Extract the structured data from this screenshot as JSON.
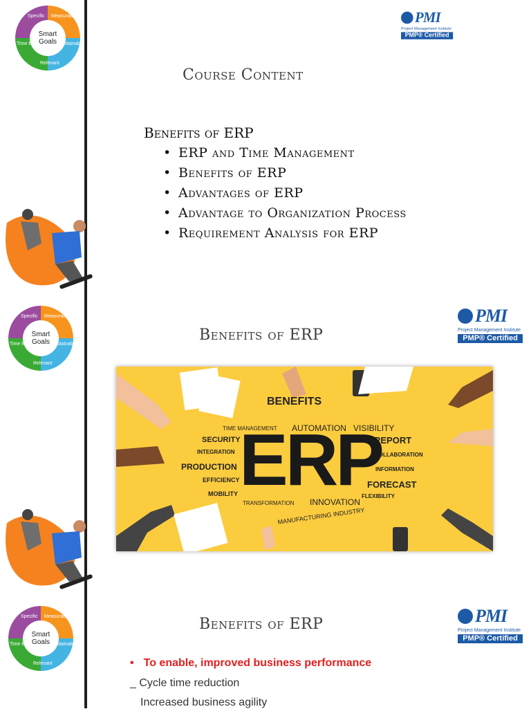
{
  "smart_goals": {
    "center": "Smart Goals",
    "segments": [
      "Specific",
      "Measurable",
      "Attainable",
      "Relevant",
      "Time Bound"
    ]
  },
  "pmi": {
    "logo": "PMI",
    "institute": "Project Management Institute",
    "certified": "PMP® Certified"
  },
  "slide1": {
    "title": "Course Content",
    "subtitle": "Benefits of ERP",
    "bullets": [
      "ERP and Time Management",
      "Benefits of ERP",
      "Advantages of ERP",
      "Advantage to Organization Process",
      "Requirement Analysis for ERP"
    ]
  },
  "slide2": {
    "title": "Benefits of ERP",
    "image_words": {
      "benefits": "BENEFITS",
      "erp": "ERP",
      "time_management": "TIME MANAGEMENT",
      "automation": "AUTOMATION",
      "visibility": "VISIBILITY",
      "security": "SECURITY",
      "report": "REPORT",
      "integration": "INTEGRATION",
      "collaboration": "COLLABORATION",
      "production": "PRODUCTION",
      "information": "INFORMATION",
      "efficiency": "EFFICIENCY",
      "forecast": "FORECAST",
      "mobility": "MOBILITY",
      "flexibility": "FLEXIBILITY",
      "transformation": "TRANSFORMATION",
      "innovation": "INNOVATION",
      "manufacturing": "MANUFACTURING INDUSTRY"
    }
  },
  "slide3": {
    "title": "Benefits of ERP",
    "red_bullet": "To enable, improved business performance",
    "lines": [
      "_ Cycle time reduction",
      "Increased business agility"
    ]
  },
  "colors": {
    "pmi_blue": "#1c5aa6",
    "erp_yellow": "#fccc3f",
    "red": "#e41f1f"
  }
}
